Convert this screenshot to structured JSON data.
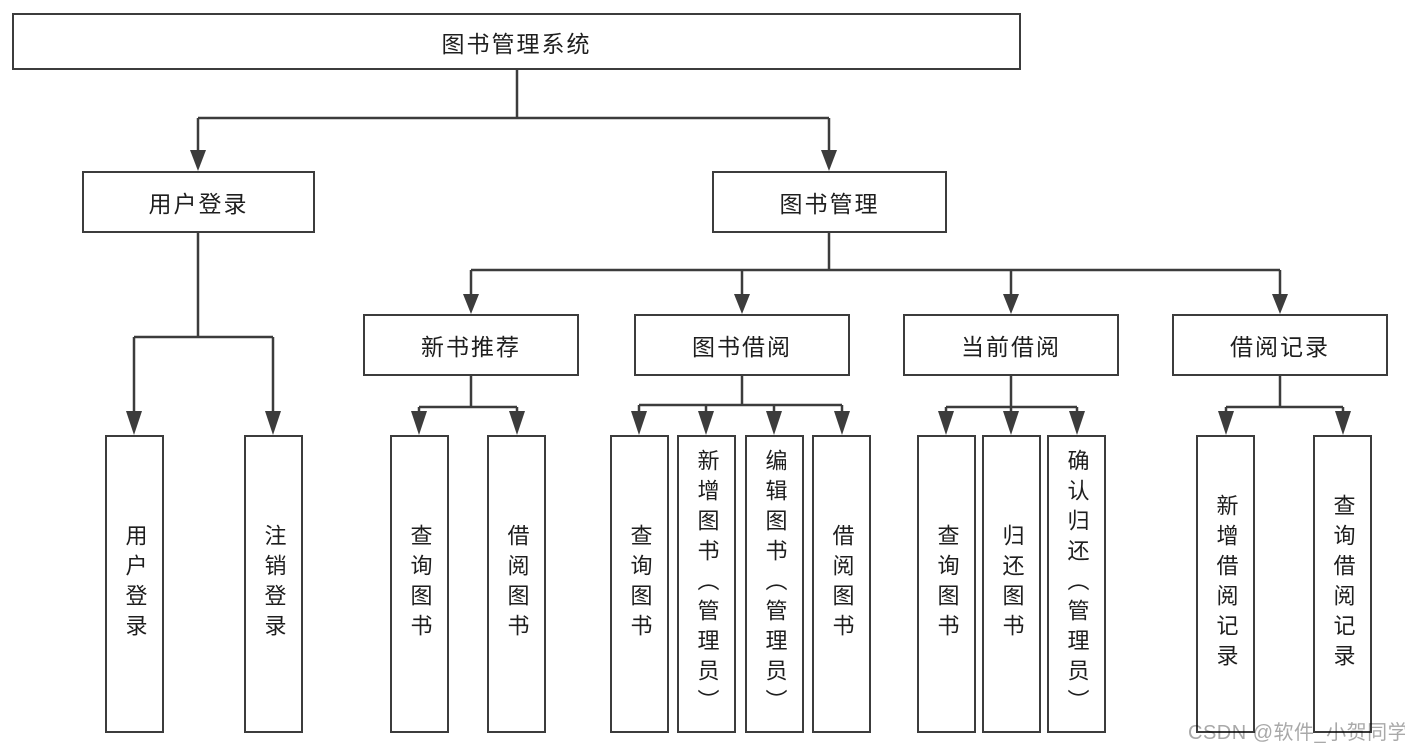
{
  "diagram": {
    "root": {
      "label": "图书管理系统"
    },
    "level1": [
      {
        "label": "用户登录",
        "children": [
          {
            "label": "用户登录"
          },
          {
            "label": "注销登录"
          }
        ]
      },
      {
        "label": "图书管理",
        "children": [
          {
            "label": "新书推荐",
            "children": [
              {
                "label": "查询图书"
              },
              {
                "label": "借阅图书"
              }
            ]
          },
          {
            "label": "图书借阅",
            "children": [
              {
                "label": "查询图书"
              },
              {
                "label": "新增图书（管理员）"
              },
              {
                "label": "编辑图书（管理员）"
              },
              {
                "label": "借阅图书"
              }
            ]
          },
          {
            "label": "当前借阅",
            "children": [
              {
                "label": "查询图书"
              },
              {
                "label": "归还图书"
              },
              {
                "label": "确认归还（管理员）"
              }
            ]
          },
          {
            "label": "借阅记录",
            "children": [
              {
                "label": "新增借阅记录"
              },
              {
                "label": "查询借阅记录"
              }
            ]
          }
        ]
      }
    ]
  },
  "watermark": {
    "text": "CSDN @软件_小贺同学"
  },
  "colors": {
    "line": "#3c3c3c",
    "box_border": "#3c3c3c",
    "text": "#1e1e1e",
    "watermark": "#a9a9a9",
    "background": "#ffffff"
  }
}
